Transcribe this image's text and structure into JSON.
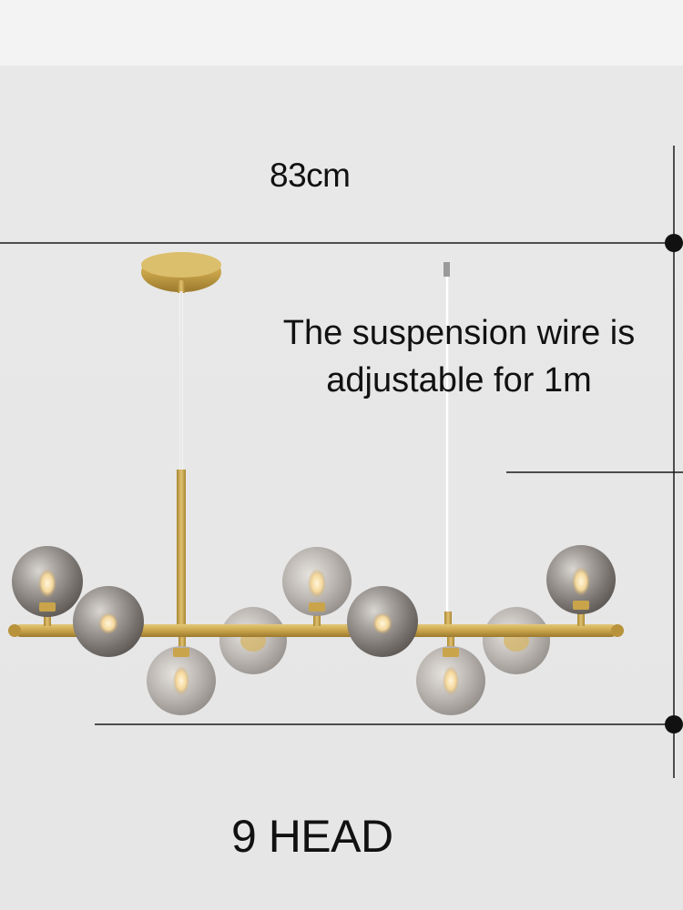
{
  "image": {
    "subject": "horizontal gold chandelier with 9 smoked glass globe shades",
    "background_color": "#e8e8e8",
    "metal_color": "#c9a44a",
    "glass_color": "#8f8a86",
    "line_color": "#1a1a1a"
  },
  "dimensions": {
    "width_label": "83cm"
  },
  "notes": {
    "wire_line1": "The suspension wire is",
    "wire_line2": "adjustable for 1m"
  },
  "product": {
    "head_label": "9 HEAD"
  }
}
